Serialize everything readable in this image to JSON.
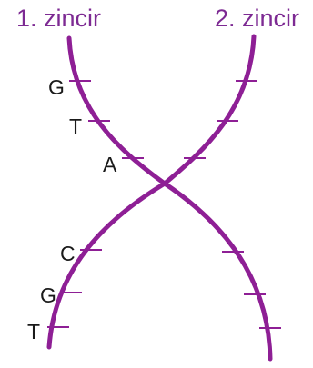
{
  "strand_titles": {
    "left": "1. zincir",
    "right": "2. zincir"
  },
  "bases": {
    "top": [
      "G",
      "T",
      "A"
    ],
    "bottom": [
      "C",
      "G",
      "T"
    ]
  },
  "colors": {
    "strand": "#8e1f95",
    "title": "#7d2a93",
    "letters": "#1a1a1a"
  }
}
